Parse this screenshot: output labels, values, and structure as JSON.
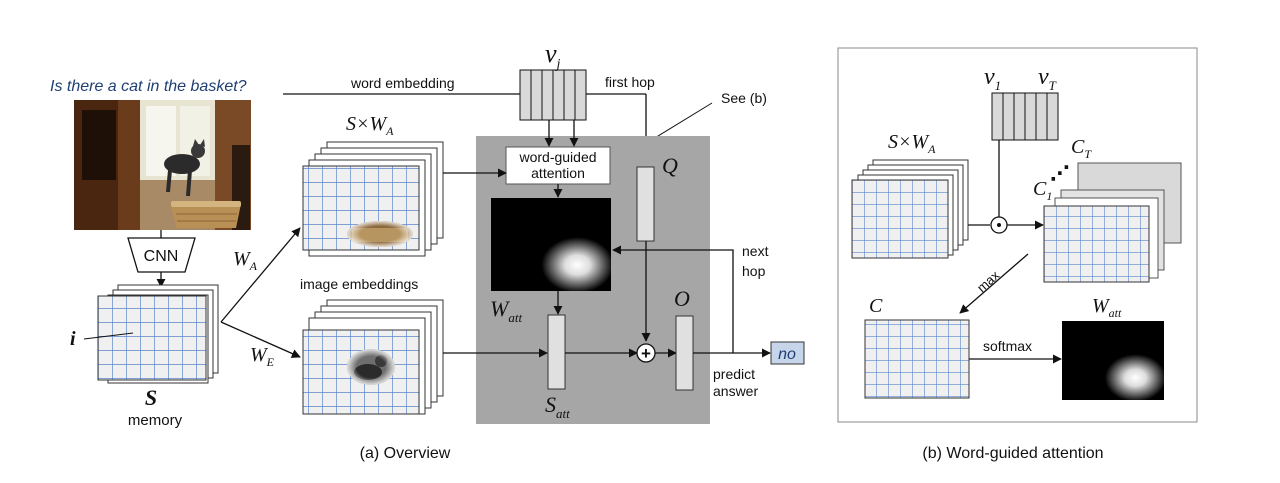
{
  "question": "Is there a cat in the basket?",
  "labels": {
    "word_embedding": "word embedding",
    "v_sym": "v",
    "v_sub_j": "j",
    "first_hop": "first hop",
    "see_b": "See (b)",
    "sxwa_main": "S×W",
    "sxwa_sub": "A",
    "word_guided_line1": "word-guided",
    "word_guided_line2": "attention",
    "q_sym": "Q",
    "cnn": "CNN",
    "wa_sym": "W",
    "wa_sub": "A",
    "image_embeddings": "image embeddings",
    "watt_sym": "W",
    "watt_sub": "att",
    "next_line1": "next",
    "next_line2": "hop",
    "o_sym": "O",
    "i_sym": "i",
    "we_sym": "W",
    "we_sub": "E",
    "no": "no",
    "plus": "+",
    "s_sym": "S",
    "memory": "memory",
    "satt_sym": "S",
    "satt_sub": "att",
    "predict_line1": "predict",
    "predict_line2": "answer",
    "caption_a": "(a) Overview"
  },
  "panel_b": {
    "v1_sym": "v",
    "v1_sub": "1",
    "vt_sym": "v",
    "vt_sub": "T",
    "sxwa_main": "S×W",
    "sxwa_sub": "A",
    "ct_sym": "C",
    "ct_sub": "T",
    "c1_sym": "C",
    "c1_sub": "1",
    "ellipsis": "⋰",
    "dot": "⊙",
    "max": "max",
    "c_sym": "C",
    "watt_sym": "W",
    "watt_sub": "att",
    "softmax": "softmax",
    "caption_b": "(b) Word-guided attention"
  },
  "colors": {
    "question_text": "#1f3f73",
    "grid_line": "#5b86cc",
    "grid_bg": "#f0f0f0",
    "shaded_box": "#a6a6a6",
    "no_box": "#c7d5ea"
  }
}
